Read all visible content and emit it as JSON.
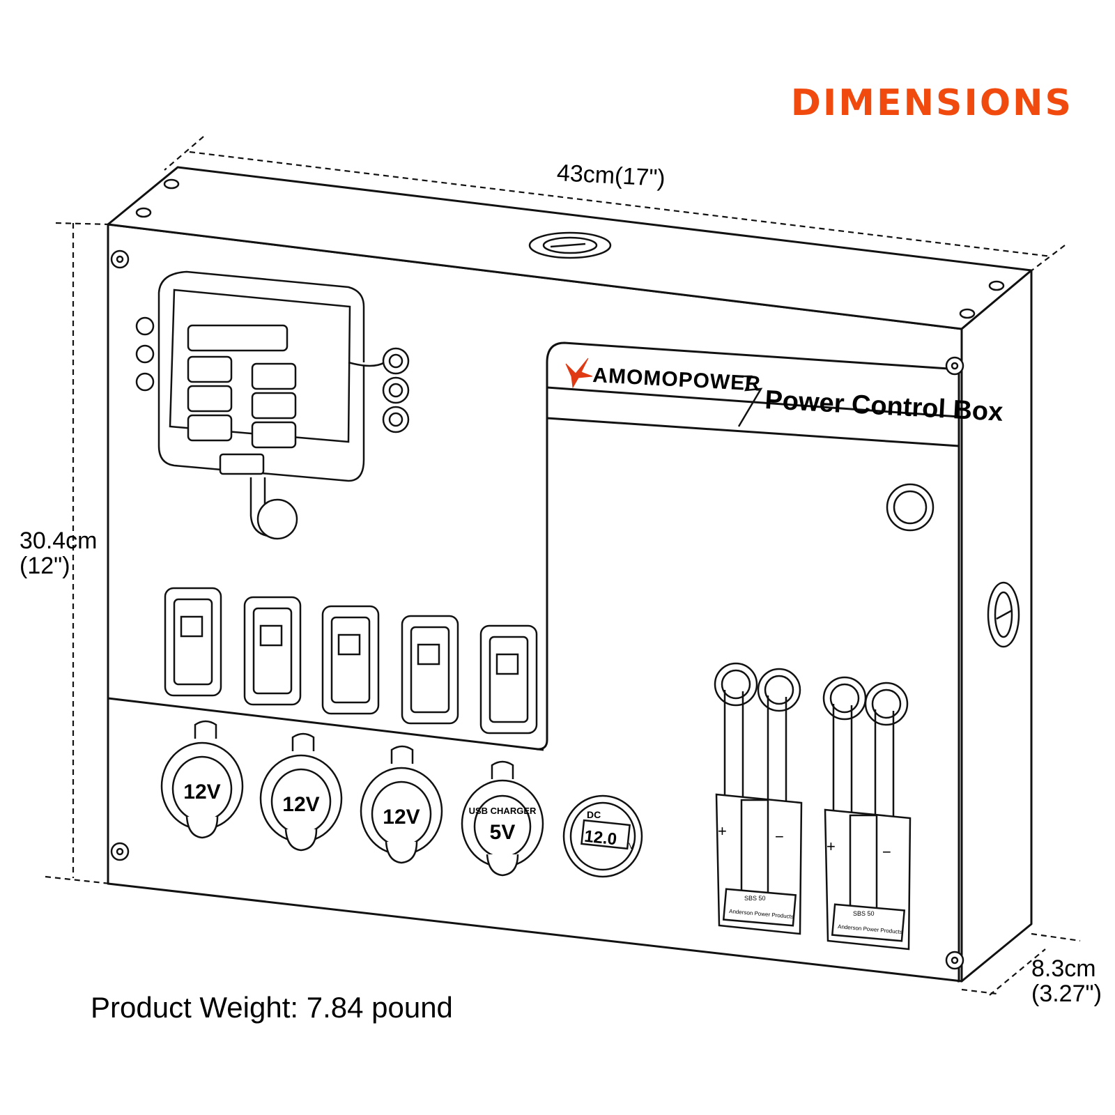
{
  "title": "DIMENSIONS",
  "colors": {
    "title": "#f04a0e",
    "brand_mark": "#e03a14",
    "line": "#111111"
  },
  "dimensions": {
    "width": "43cm(17\")",
    "height_cm": "30.4cm",
    "height_in": "(12\")",
    "depth_cm": "8.3cm",
    "depth_in": "(3.27\")"
  },
  "product_weight": "Product Weight: 7.84 pound",
  "brand": {
    "name": "AMOMOPOWER",
    "product": "Power Control Box"
  },
  "rocker_switches": {
    "count": 5
  },
  "sockets": [
    {
      "label": "12V"
    },
    {
      "label": "12V"
    },
    {
      "label": "12V"
    },
    {
      "label": "5V",
      "ring_text": "USB CHARGER"
    }
  ],
  "voltmeter": {
    "label": "DC",
    "reading": "12.0",
    "unit": "V"
  },
  "connectors": [
    {
      "plus": "+",
      "minus": "−",
      "rating": "SBS 50",
      "maker": "Anderson Power Products"
    },
    {
      "plus": "+",
      "minus": "−",
      "rating": "SBS 50",
      "maker": "Anderson Power Products"
    }
  ]
}
